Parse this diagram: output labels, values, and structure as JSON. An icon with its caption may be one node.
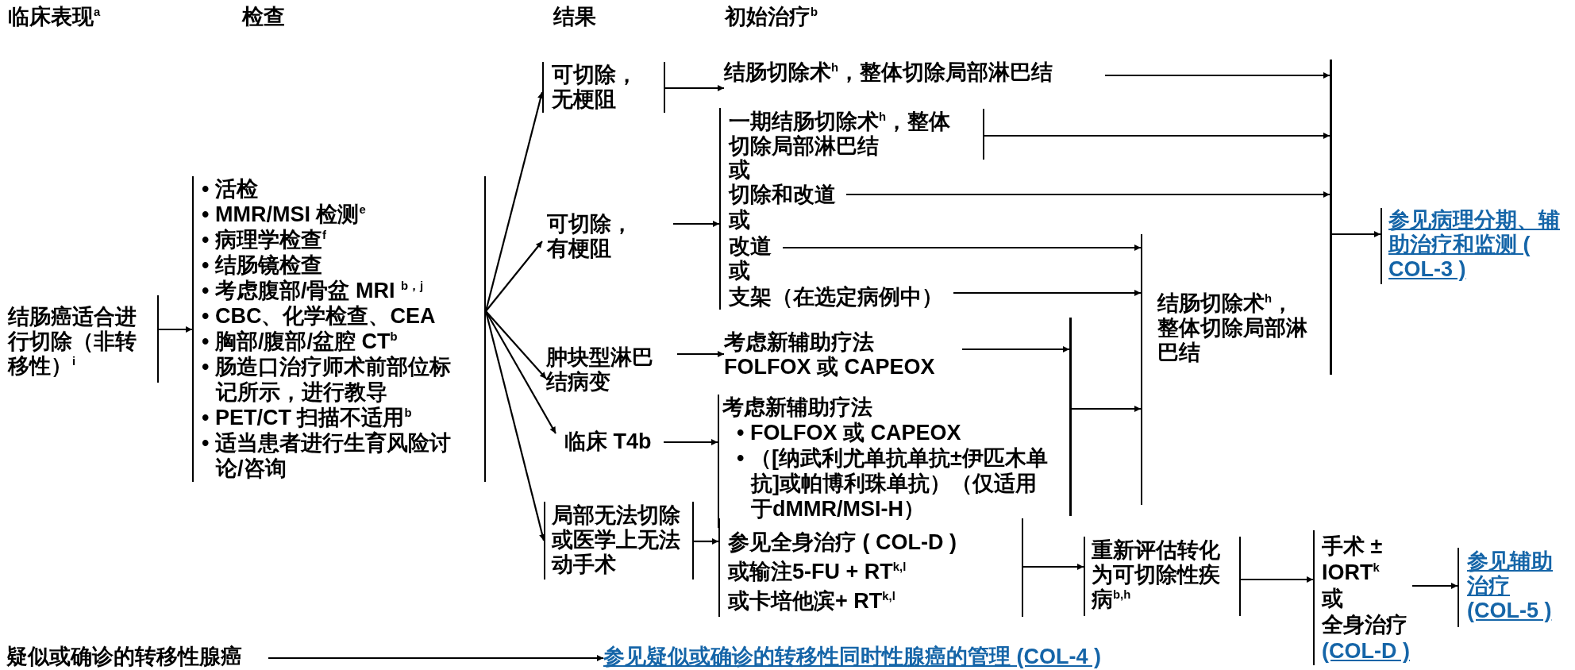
{
  "diagram": {
    "nodes": [
      {
        "text": [
          "结肠癌适合进行切除（非转移性）$^{i}$"
        ]
      },
      {
        "text": [
          "• 活检",
          "• MMR/MSI 检测$^{e}$",
          "• 病理学检查$^{f}$",
          "• 结肠镜检查",
          "• 考虑腹部/骨盆 MRI $^{b，j}$",
          "• CBC、化学检查、CEA",
          "• 胸部/腹部/盆腔 CT$^{b}$",
          "• 肠造口治疗师术前部位标记所示，进行教导",
          "• PET/CT 扫描不适用$^{b}$",
          "• 适当患者进行生育风险讨论/咨询"
        ]
      },
      {
        "text": [
          "可切除，无梗阻"
        ]
      },
      {
        "text": [
          "可切除，有梗阻"
        ]
      },
      {
        "text": [
          "肿块型淋巴结病变"
        ]
      },
      {
        "text": [
          "临床 T4b"
        ]
      },
      {
        "text": [
          "局部无法切除或医学上无法动手术"
        ]
      },
      {
        "text": [
          "结肠切除术$^{h}$，整体切除局部淋巴结"
        ]
      },
      {
        "text": [
          "或",
          "或",
          "或"
        ]
      },
      {
        "text": [
          "一期结肠切除术$^{h}$，整体切除局部淋巴结"
        ],
        "in": 8
      },
      {
        "text": [
          "切除和改道"
        ],
        "in": 8
      },
      {
        "text": [
          "改道"
        ],
        "in": 8
      },
      {
        "text": [
          "支架（在选定病例中）"
        ],
        "in": 8
      },
      {
        "text": [
          "考虑新辅助疗法",
          "FOLFOX 或 CAPEOX"
        ]
      },
      {
        "text": [
          "考虑新辅助疗法",
          "• FOLFOX 或 CAPEOX",
          "• （[纳武利尤单抗单抗±伊匹木单抗]或帕博利珠单抗）（仅适用于dMMR/MSI-H）"
        ]
      },
      {
        "text": [
          "参见全身治疗 ( COL-D )",
          "或输注5-FU + RT$^{k,l}$",
          "或卡培他滨+ RT$^{k,l}$"
        ]
      },
      {
        "text": [],
        "shape": "bar"
      },
      {
        "text": [
          "结肠切除术$^{h}$，整体切除局部淋巴结"
        ]
      },
      {
        "text": [],
        "shape": "bar"
      },
      {
        "text": [
          "参见病理分期、辅助治疗和监测 ( COL-3 )"
        ]
      },
      {
        "text": [
          "重新评估转化为可切除性疾病$^{b,h}$"
        ]
      },
      {
        "text": [
          "手术 ± IORT$^{k}$",
          "或",
          "全身治疗",
          "(COL-D )"
        ]
      },
      {
        "text": [
          "参见辅助治疗 (COL-5 )"
        ]
      },
      {
        "text": [
          "疑似或确诊的转移性腺癌"
        ]
      },
      {
        "text": [
          "参见疑似或确诊的转移性同时性腺癌的管理 (COL-4 )"
        ]
      }
    ],
    "edges": [
      {
        "from": 0,
        "to": 1,
        "arrow": "to"
      },
      {
        "from": 1,
        "to": 2,
        "arrow": "to"
      },
      {
        "from": 1,
        "to": 3,
        "arrow": "to"
      },
      {
        "from": 1,
        "to": 4,
        "arrow": "to"
      },
      {
        "from": 1,
        "to": 5,
        "arrow": "to"
      },
      {
        "from": 1,
        "to": 6,
        "arrow": "to"
      },
      {
        "from": 2,
        "to": 7,
        "arrow": "to"
      },
      {
        "from": 3,
        "to": 8,
        "arrow": "to"
      },
      {
        "from": 4,
        "to": 13,
        "arrow": "to"
      },
      {
        "from": 5,
        "to": 14,
        "arrow": "to"
      },
      {
        "from": 6,
        "to": 15,
        "arrow": "to"
      },
      {
        "from": 7,
        "to": 18,
        "arrow": "to"
      },
      {
        "from": 9,
        "to": 18,
        "arrow": "to"
      },
      {
        "from": 10,
        "to": 18,
        "arrow": "to"
      },
      {
        "from": 11,
        "to": 17,
        "arrow": "to"
      },
      {
        "from": 12,
        "to": 17,
        "arrow": "to"
      },
      {
        "from": 13,
        "to": 16,
        "arrow": "to"
      },
      {
        "from": 16,
        "to": 17,
        "arrow": "to"
      },
      {
        "from": 18,
        "to": 19,
        "arrow": "to"
      },
      {
        "from": 15,
        "to": 20,
        "arrow": "to"
      },
      {
        "from": 20,
        "to": 21,
        "arrow": "to"
      },
      {
        "from": 21,
        "to": 22,
        "arrow": "to"
      },
      {
        "from": 23,
        "to": 24,
        "arrow": "to"
      }
    ],
    "labels": [
      "临床表现$^{a}$",
      "检查",
      "结果",
      "初始治疗$^{b}$"
    ]
  }
}
